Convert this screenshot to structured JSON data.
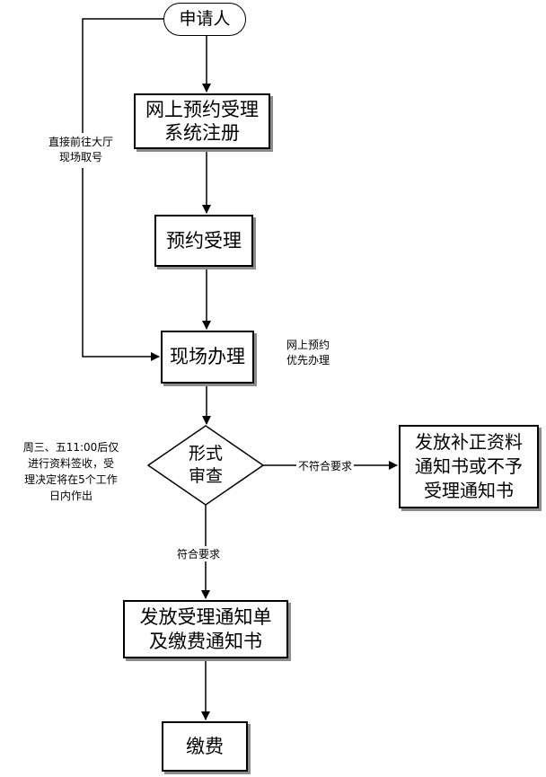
{
  "nodes": {
    "applicant": "申请人",
    "online_register_line1": "网上预约受理",
    "online_register_line2": "系统注册",
    "booking": "预约受理",
    "onsite": "现场办理",
    "review_line1": "形式",
    "review_line2": "审查",
    "reject_line1": "发放补正资料",
    "reject_line2": "通知书或不予",
    "reject_line3": "受理通知书",
    "accept_line1": "发放受理通知单",
    "accept_line2": "及缴费通知书",
    "pay": "缴费"
  },
  "notes": {
    "walkin_line1": "直接前往大厅",
    "walkin_line2": "现场取号",
    "priority_line1": "网上预约",
    "priority_line2": "优先办理",
    "schedule_line1": "周三、五11:00后仅",
    "schedule_line2": "进行资料签收，受",
    "schedule_line3": "理决定将在5个工作",
    "schedule_line4": "日内作出"
  },
  "edges": {
    "not_compliant": "不符合要求",
    "compliant": "符合要求"
  }
}
